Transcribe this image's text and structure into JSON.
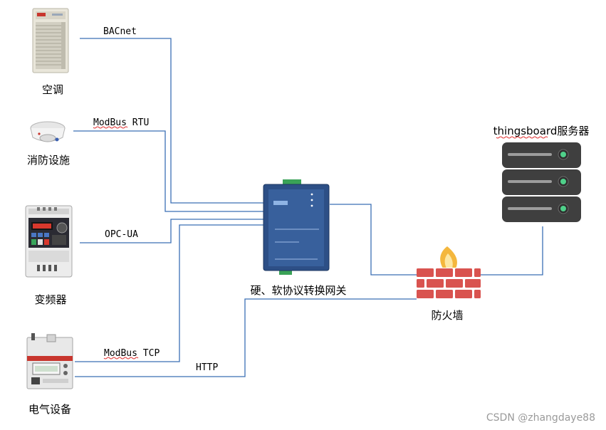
{
  "devices": {
    "ac": "空调",
    "fire": "消防设施",
    "vfd": "变频器",
    "power": "电气设备"
  },
  "protocols": {
    "bacnet": "BACnet",
    "modbus_rtu": "ModBus RTU",
    "opc_ua": "OPC-UA",
    "modbus_tcp": "ModBus TCP",
    "http": "HTTP"
  },
  "gateway": {
    "label": "硬、软协议转换网关"
  },
  "firewall": {
    "label": "防火墙"
  },
  "server": {
    "label": "thingsboard服务器"
  },
  "watermark": "CSDN @zhangdaye88",
  "colors": {
    "wire": "#3b6fb5",
    "gateway_body": "#2d4f86",
    "brick": "#d9534f",
    "server_body": "#3f3f3f",
    "led": "#4fd08a"
  }
}
